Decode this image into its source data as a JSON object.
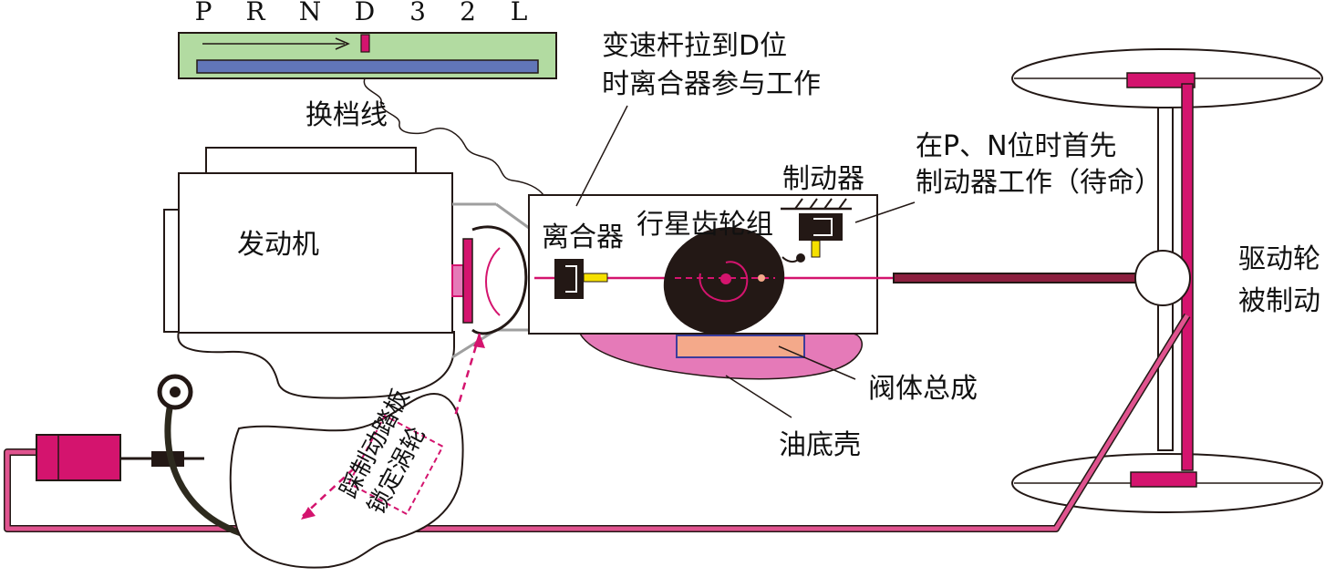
{
  "gear_letters": [
    "P",
    "R",
    "N",
    "D",
    "3",
    "2",
    "L"
  ],
  "labels": {
    "shift_cable": "换档线",
    "engine": "发动机",
    "clutch": "离合器",
    "planetary": "行星齿轮组",
    "brake": "制动器",
    "valve_body": "阀体总成",
    "oil_pan": "油底壳",
    "note_d_line1": "变速杆拉到D位",
    "note_d_line2": "时离合器参与工作",
    "note_pn_line1": "在P、N位时首先",
    "note_pn_line2": "制动器工作（待命）",
    "wheel_line1": "驱动轮",
    "wheel_line2": "被制动",
    "pedal_line1": "踩制动踏板",
    "pedal_line2": "锁定涡轮"
  },
  "colors": {
    "magenta": "#d4146e",
    "pink_light": "#e57ab8",
    "green_panel": "#b2dba1",
    "blue_bar": "#6176b8",
    "salmon": "#f4a98a",
    "yellow": "#f5e000",
    "dark": "#231815"
  }
}
